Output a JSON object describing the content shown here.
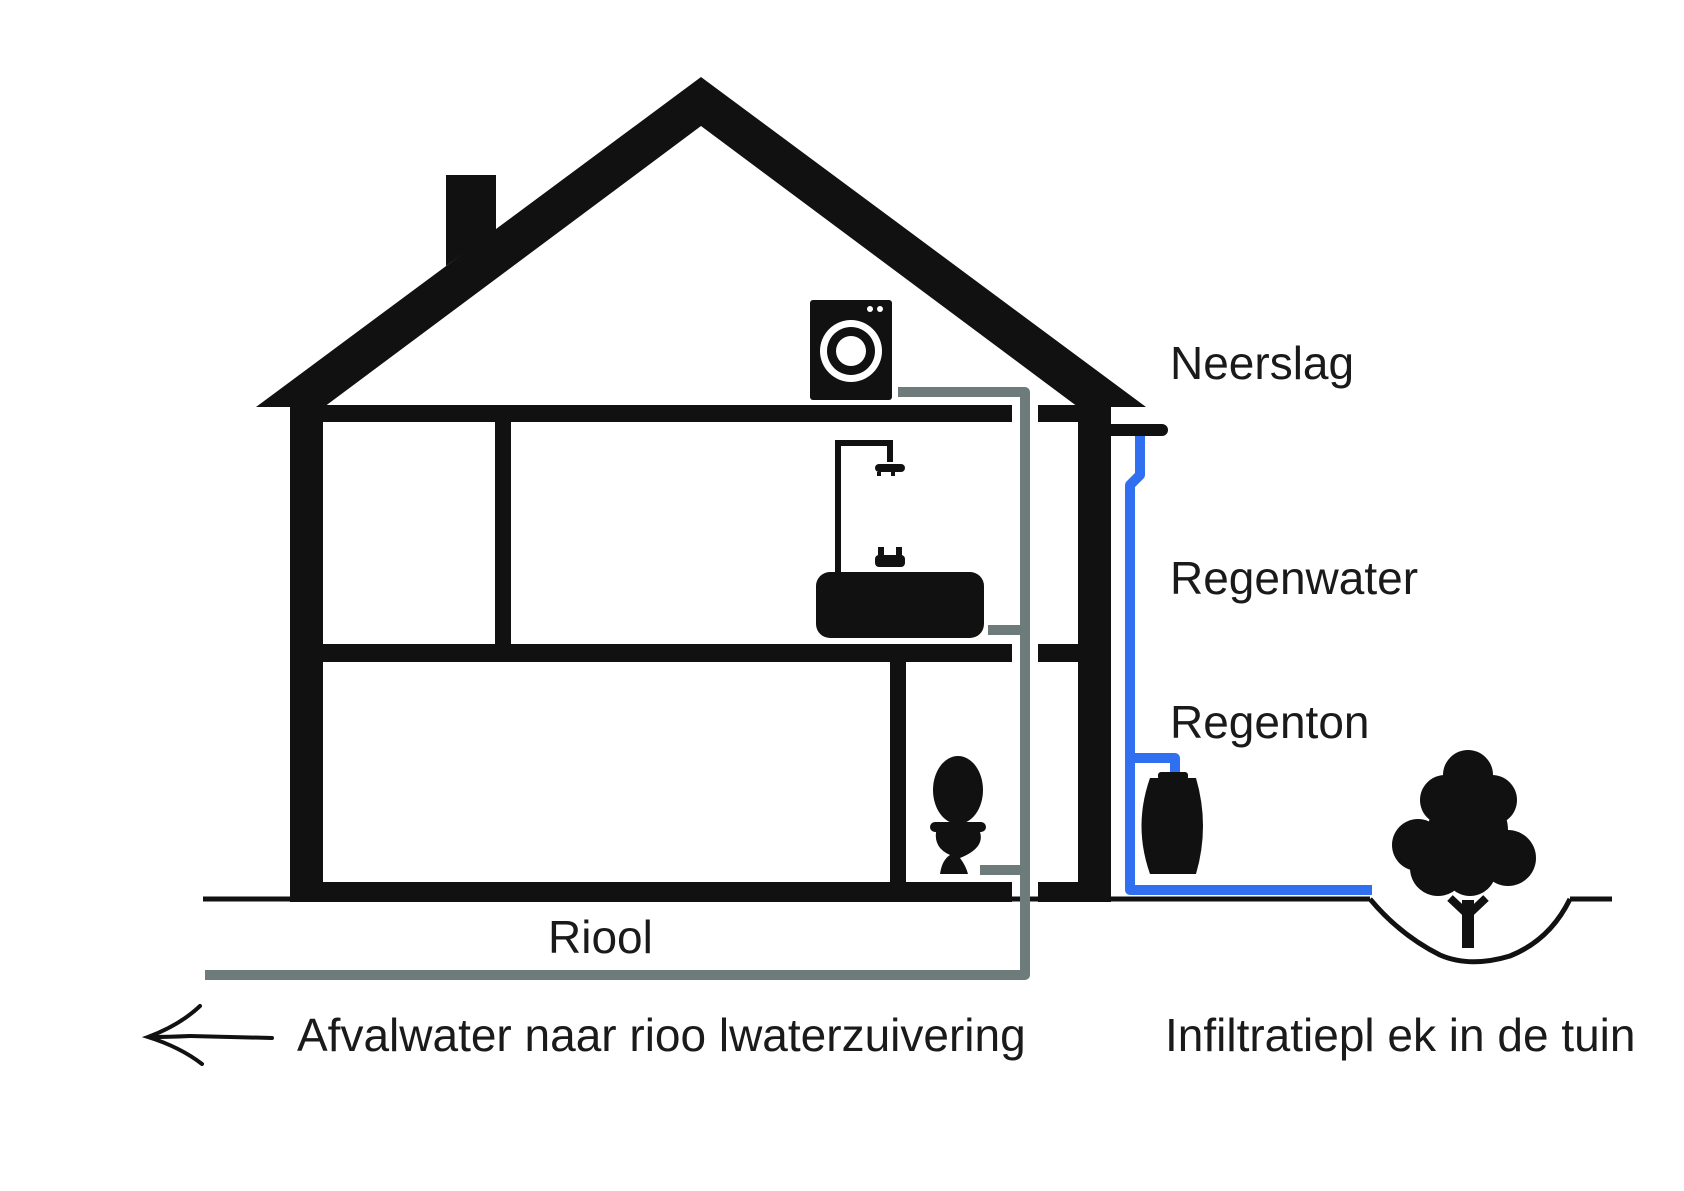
{
  "labels": {
    "precipitation": "Neerslag",
    "rainwater": "Regenwater",
    "rain_barrel": "Regenton",
    "sewer": "Riool",
    "wastewater": "Afvalwater naar rioo lwaterzuivering",
    "infiltration": "Infiltratiepl ek in de tuin"
  },
  "colors": {
    "structure": "#111111",
    "wastewater_pipe": "#6e7b7b",
    "rainwater_pipe": "#2f6ff0",
    "background": "#ffffff"
  },
  "icons": [
    "washing-machine-icon",
    "shower-icon",
    "bathtub-icon",
    "toilet-icon",
    "rain-barrel-icon",
    "tree-icon",
    "arrow-left-icon"
  ]
}
